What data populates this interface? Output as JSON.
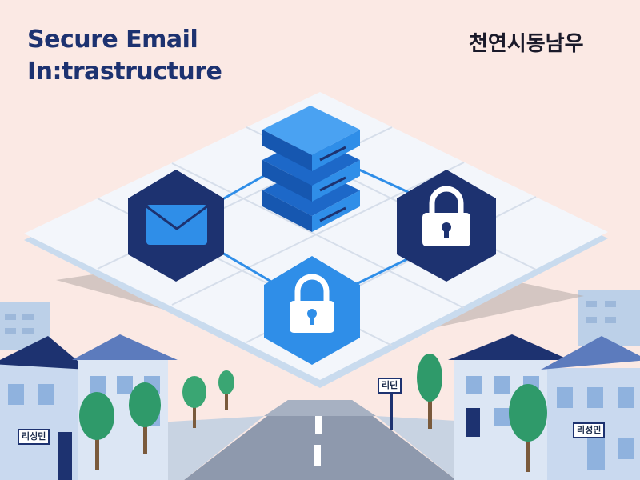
{
  "title": {
    "line1": "Secure Email",
    "line2": "In:trastructure"
  },
  "corner_text": "천연시동남우",
  "signs": {
    "left": "리싱민",
    "center": "리딘",
    "right": "리성민"
  },
  "icons": [
    "server-stack-icon",
    "envelope-icon",
    "padlock-icon",
    "padlock-icon"
  ],
  "colors": {
    "navy": "#1d3270",
    "blue": "#2f8ee8",
    "background": "#fbe9e4",
    "platform": "#f3f6fb"
  }
}
